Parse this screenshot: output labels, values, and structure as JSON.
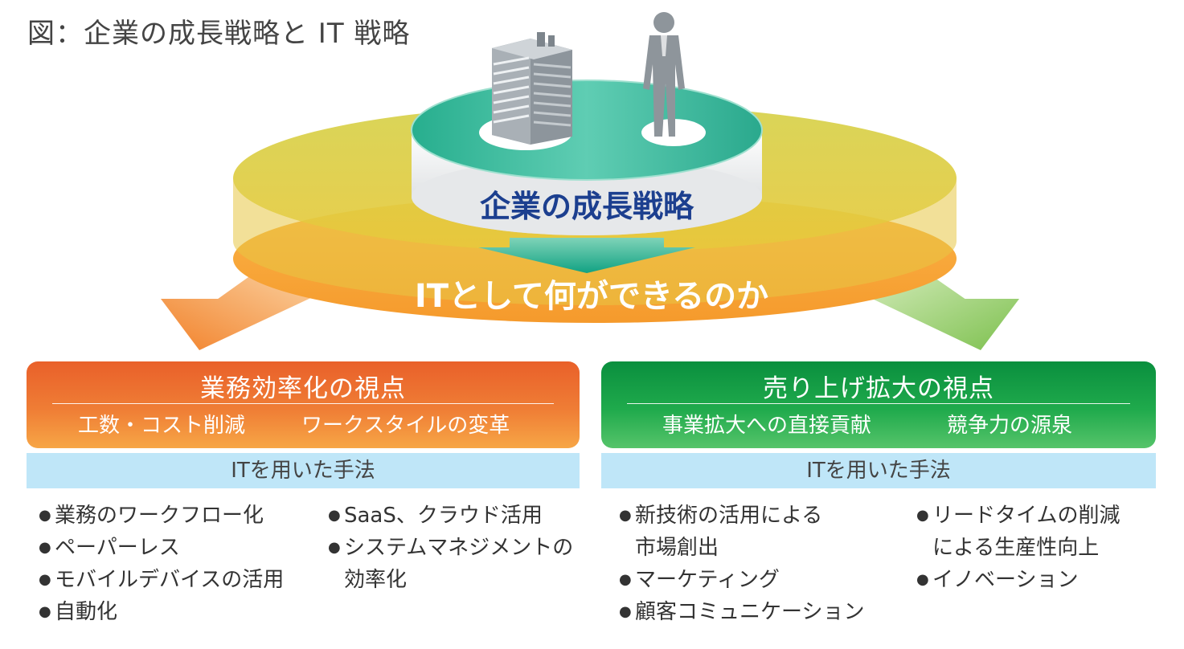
{
  "title": "図：企業の成長戦略と IT 戦略",
  "diagram": {
    "center_label": "企業の成長戦略",
    "ring_label": "ITとして何ができるのか",
    "icons": [
      "office-building-icon",
      "business-person-icon"
    ]
  },
  "left_panel": {
    "title": "業務効率化の視点",
    "subtitles": [
      "工数・コスト削減",
      "ワークスタイルの変革"
    ],
    "methods_label": "ITを用いた手法",
    "col1": [
      "業務のワークフロー化",
      "ペーパーレス",
      "モバイルデバイスの活用",
      "自動化"
    ],
    "col2": [
      [
        "SaaS、クラウド活用"
      ],
      [
        "システムマネジメントの",
        "効率化"
      ]
    ]
  },
  "right_panel": {
    "title": "売り上げ拡大の視点",
    "subtitles": [
      "事業拡大への直接貢献",
      "競争力の源泉"
    ],
    "methods_label": "ITを用いた手法",
    "col1": [
      [
        "新技術の活用による",
        "市場創出"
      ],
      [
        "マーケティング"
      ],
      [
        "顧客コミュニケーション"
      ]
    ],
    "col2": [
      [
        "リードタイムの削減",
        "による生産性向上"
      ],
      [
        "イノベーション"
      ]
    ]
  },
  "colors": {
    "left_panel": "#ef7d35",
    "right_panel": "#1faa4c",
    "method_bar": "#bfe6f8",
    "ring_yellow": "#d9cf3a",
    "ring_orange": "#f6a83a",
    "center_teal": "#2fb8a0",
    "center_text": "#1c3f8f"
  }
}
